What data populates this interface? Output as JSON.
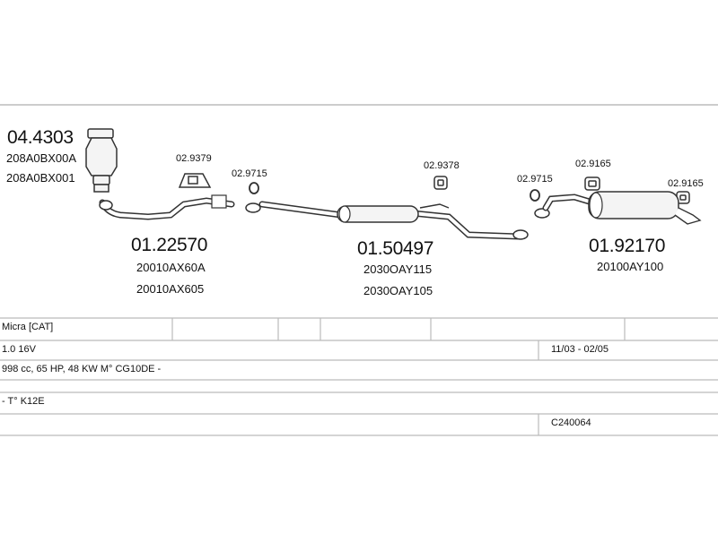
{
  "parts": {
    "cat_number": "04.4303",
    "cat_oe": [
      "208A0BX00A",
      "208A0BX001"
    ],
    "front_pipe_number": "01.22570",
    "front_pipe_oe": [
      "20010AX60A",
      "20010AX605"
    ],
    "center_number": "01.50497",
    "center_oe": [
      "2030OAY115",
      "2030OAY105"
    ],
    "rear_number": "01.92170",
    "rear_oe": [
      "20100AY100"
    ],
    "mounts": {
      "m1": "02.9379",
      "m2": "02.9715",
      "m3": "02.9378",
      "m4": "02.9715",
      "m5": "02.9165",
      "m6": "02.9165"
    }
  },
  "table": {
    "model": "Micra  [CAT]",
    "engine": "1.0 16V",
    "years": "11/03 - 02/05",
    "spec": "998 cc, 65 HP, 48 KW M° CG10DE -",
    "type": "- T° K12E",
    "ref": "C240064"
  }
}
